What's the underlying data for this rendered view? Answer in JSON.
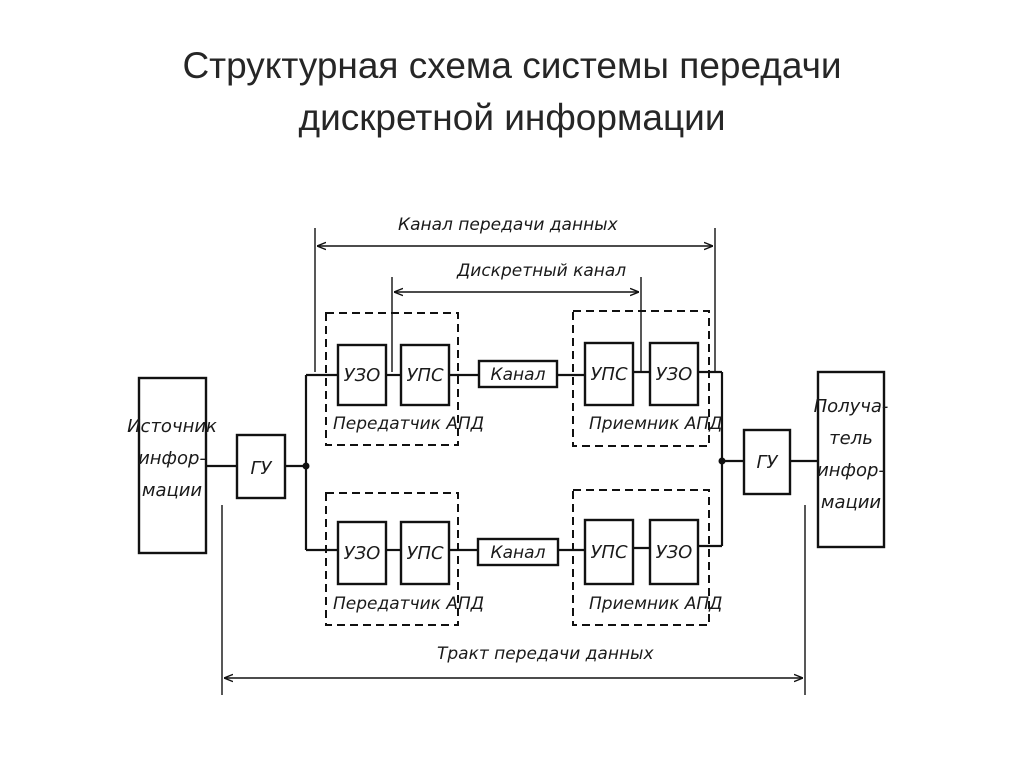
{
  "title": {
    "line1": "Структурная схема системы передачи",
    "line2": "дискретной информации"
  },
  "diagram": {
    "source": {
      "line1": "Источник",
      "line2": "инфор-",
      "line3": "мации"
    },
    "receiver_end": {
      "line1": "Получа-",
      "line2": "тель",
      "line3": "инфор-",
      "line4": "мации"
    },
    "gu_left": "ГУ",
    "gu_right": "ГУ",
    "channel_data_label": "Канал передачи данных",
    "discrete_channel_label": "Дискретный канал",
    "tract_label": "Тракт передачи данных",
    "branches": [
      {
        "tx_uzo": "УЗО",
        "tx_ups": "УПС",
        "channel": "Канал",
        "rx_ups": "УПС",
        "rx_uzo": "УЗО",
        "transmitter_label": "Передатчик АПД",
        "receiver_label": "Приемник АПД"
      },
      {
        "tx_uzo": "УЗО",
        "tx_ups": "УПС",
        "channel": "Канал",
        "rx_ups": "УПС",
        "rx_uzo": "УЗО",
        "transmitter_label": "Передатчик АПД",
        "receiver_label": "Приемник АПД"
      }
    ]
  }
}
